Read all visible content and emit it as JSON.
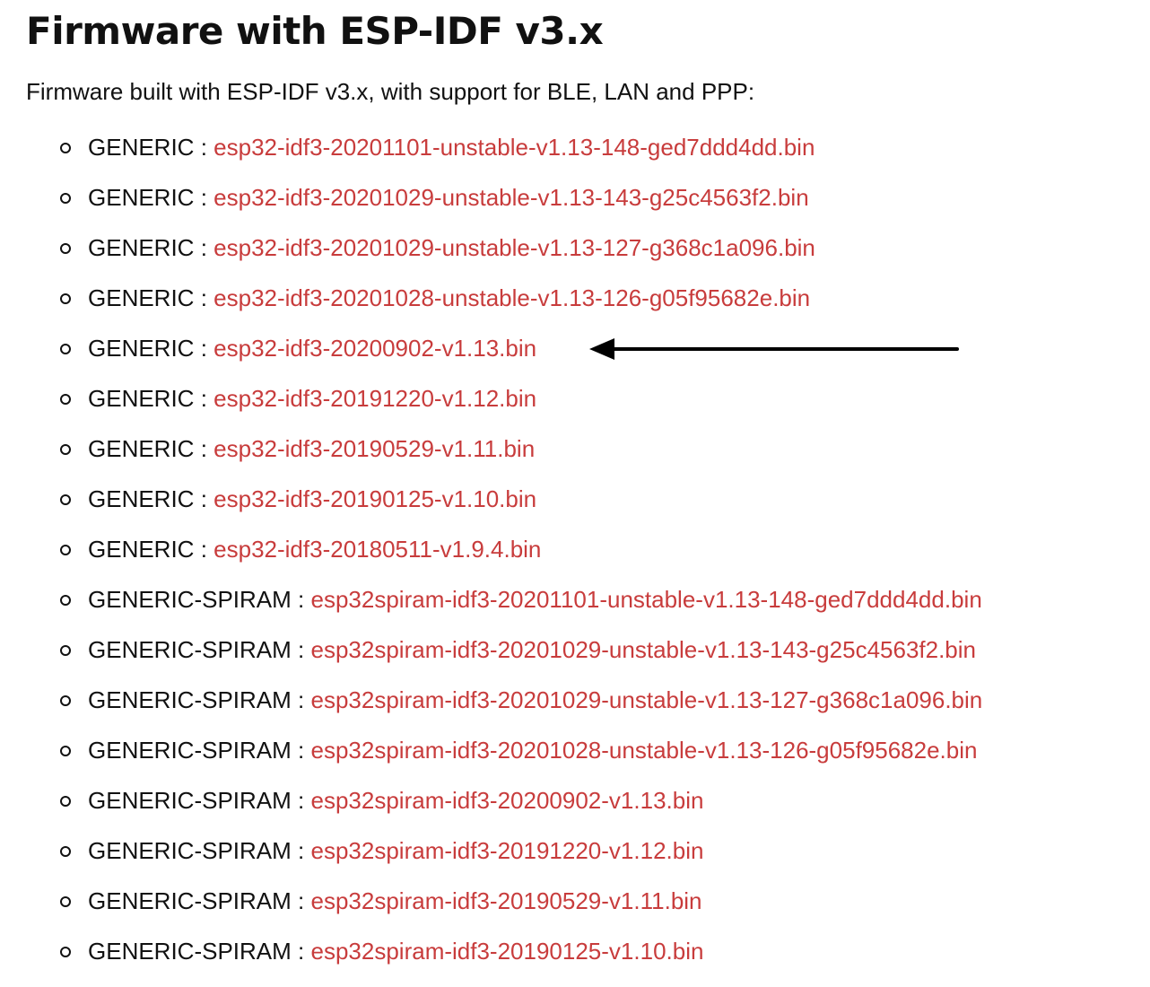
{
  "page": {
    "title": "Firmware with ESP-IDF v3.x",
    "intro": "Firmware built with ESP-IDF v3.x, with support for BLE, LAN and PPP:",
    "separator": ":",
    "link_color": "#c83c3c"
  },
  "items": [
    {
      "board": "GENERIC",
      "file": "esp32-idf3-20201101-unstable-v1.13-148-ged7ddd4dd.bin"
    },
    {
      "board": "GENERIC",
      "file": "esp32-idf3-20201029-unstable-v1.13-143-g25c4563f2.bin"
    },
    {
      "board": "GENERIC",
      "file": "esp32-idf3-20201029-unstable-v1.13-127-g368c1a096.bin"
    },
    {
      "board": "GENERIC",
      "file": "esp32-idf3-20201028-unstable-v1.13-126-g05f95682e.bin"
    },
    {
      "board": "GENERIC",
      "file": "esp32-idf3-20200902-v1.13.bin"
    },
    {
      "board": "GENERIC",
      "file": "esp32-idf3-20191220-v1.12.bin"
    },
    {
      "board": "GENERIC",
      "file": "esp32-idf3-20190529-v1.11.bin"
    },
    {
      "board": "GENERIC",
      "file": "esp32-idf3-20190125-v1.10.bin"
    },
    {
      "board": "GENERIC",
      "file": "esp32-idf3-20180511-v1.9.4.bin"
    },
    {
      "board": "GENERIC-SPIRAM",
      "file": "esp32spiram-idf3-20201101-unstable-v1.13-148-ged7ddd4dd.bin"
    },
    {
      "board": "GENERIC-SPIRAM",
      "file": "esp32spiram-idf3-20201029-unstable-v1.13-143-g25c4563f2.bin"
    },
    {
      "board": "GENERIC-SPIRAM",
      "file": "esp32spiram-idf3-20201029-unstable-v1.13-127-g368c1a096.bin"
    },
    {
      "board": "GENERIC-SPIRAM",
      "file": "esp32spiram-idf3-20201028-unstable-v1.13-126-g05f95682e.bin"
    },
    {
      "board": "GENERIC-SPIRAM",
      "file": "esp32spiram-idf3-20200902-v1.13.bin"
    },
    {
      "board": "GENERIC-SPIRAM",
      "file": "esp32spiram-idf3-20191220-v1.12.bin"
    },
    {
      "board": "GENERIC-SPIRAM",
      "file": "esp32spiram-idf3-20190529-v1.11.bin"
    },
    {
      "board": "GENERIC-SPIRAM",
      "file": "esp32spiram-idf3-20190125-v1.10.bin"
    }
  ],
  "annotation": {
    "icon": "left-arrow-icon",
    "points_to_item": 4
  }
}
